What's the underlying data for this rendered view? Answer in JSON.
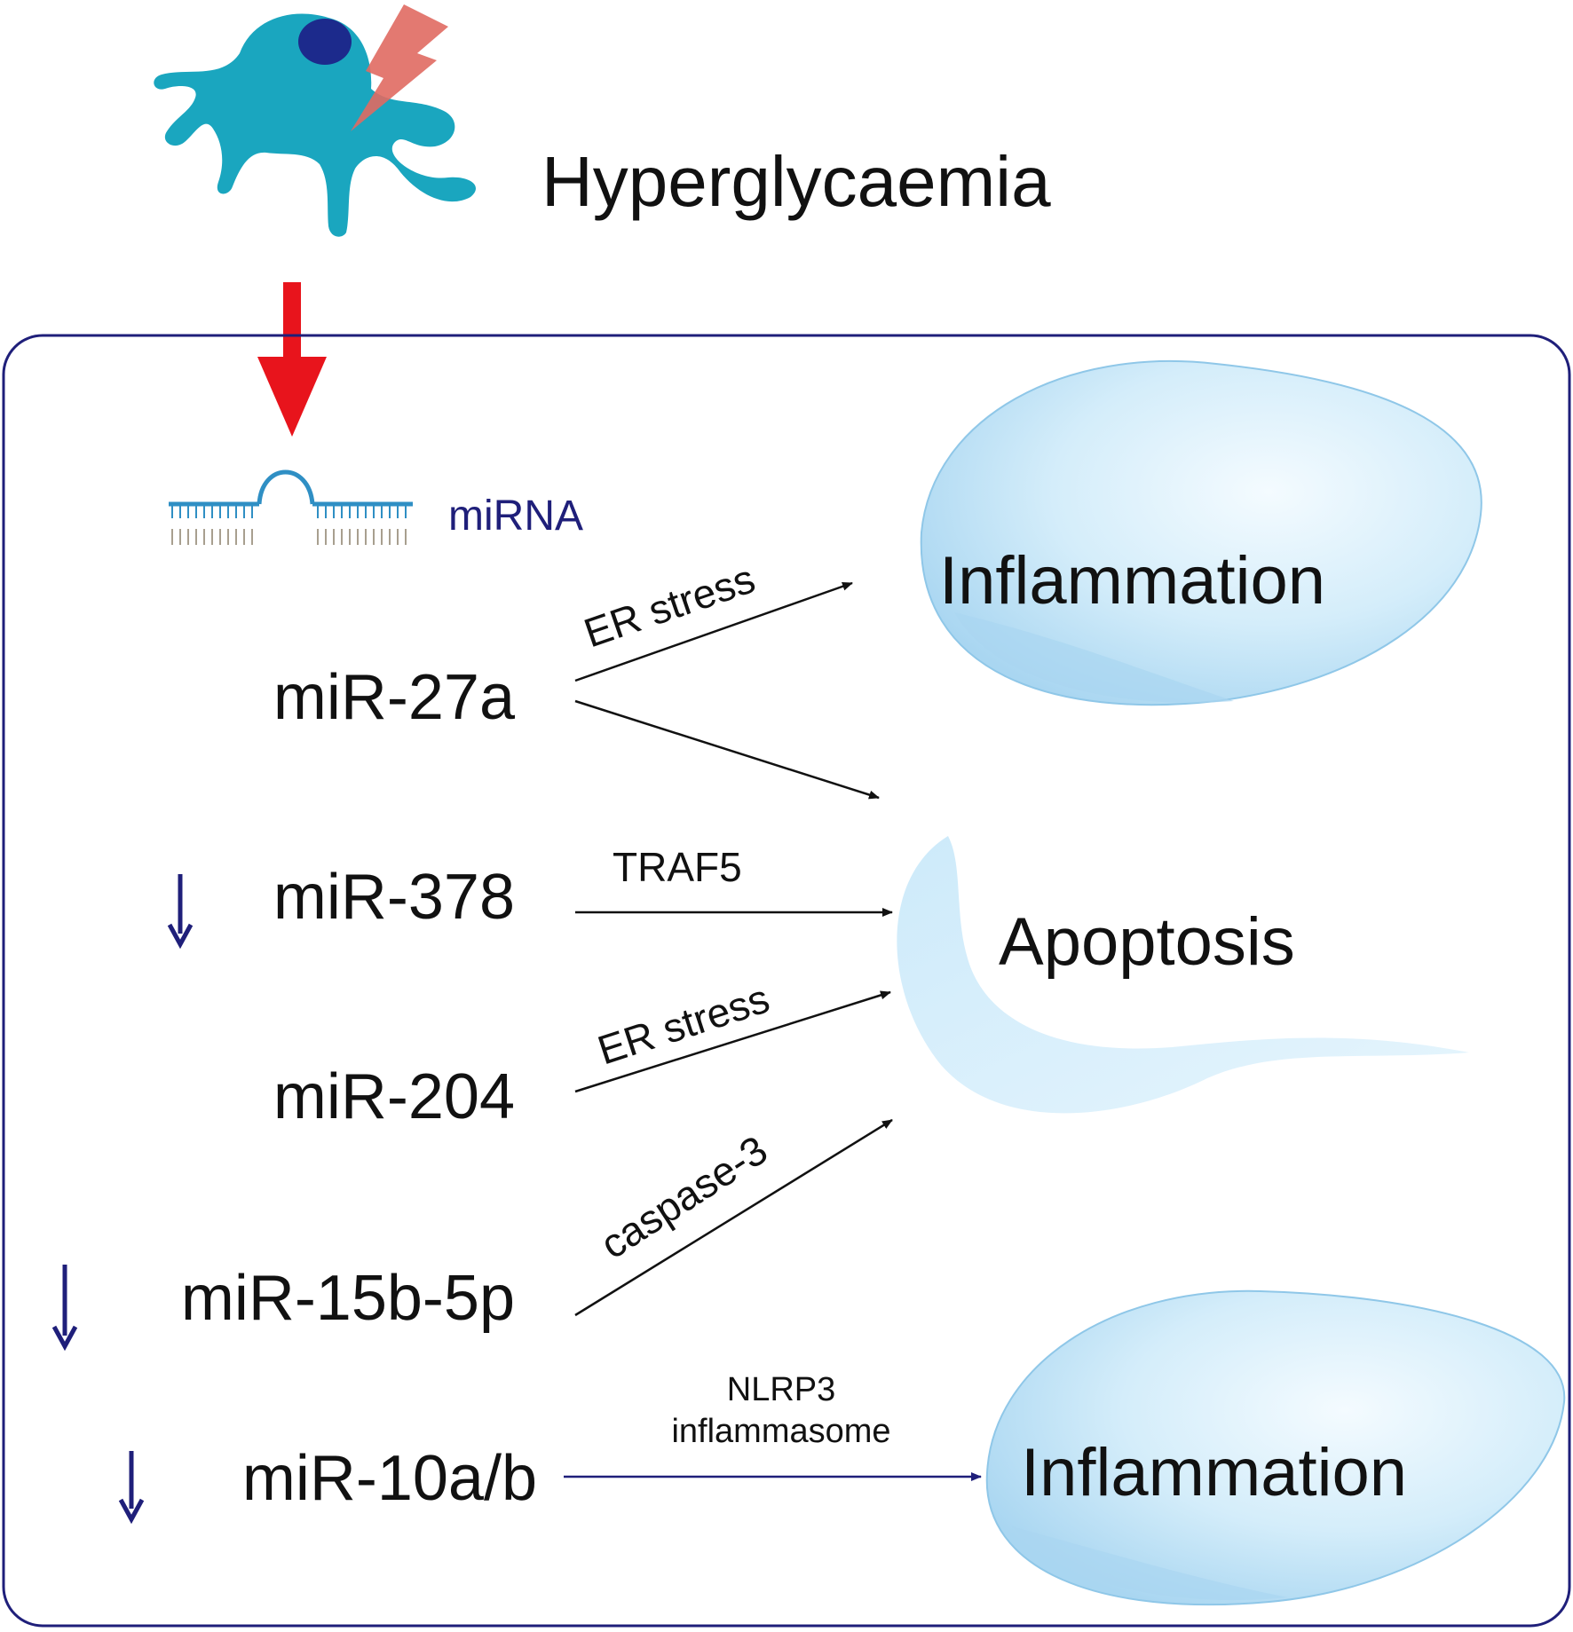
{
  "title": "Hyperglycaemia",
  "mirna_label": "miRNA",
  "outcomes": {
    "inflammation_top": "Inflammation",
    "apoptosis": "Apoptosis",
    "inflammation_bottom": "Inflammation"
  },
  "mirnas": [
    {
      "name": "miR-27a",
      "regulation": "none"
    },
    {
      "name": "miR-378",
      "regulation": "down"
    },
    {
      "name": "miR-204",
      "regulation": "none"
    },
    {
      "name": "miR-15b-5p",
      "regulation": "down"
    },
    {
      "name": "miR-10a/b",
      "regulation": "down"
    }
  ],
  "edges": [
    {
      "from": "miR-27a",
      "to": "Inflammation",
      "label": "ER stress"
    },
    {
      "from": "miR-27a",
      "to": "Apoptosis",
      "label": ""
    },
    {
      "from": "miR-378",
      "to": "Apoptosis",
      "label": "TRAF5"
    },
    {
      "from": "miR-204",
      "to": "Apoptosis",
      "label": "ER stress"
    },
    {
      "from": "miR-15b-5p",
      "to": "Apoptosis",
      "label": "caspase-3"
    },
    {
      "from": "miR-10a/b",
      "to": "Inflammation",
      "label_line1": "NLRP3",
      "label_line2": "inflammasome"
    }
  ],
  "colors": {
    "cell": "#1aa6bf",
    "nucleus": "#1c2a8c",
    "lightning": "#e06a62",
    "red_arrow": "#e8141c",
    "frame": "#1f1f7a",
    "down_arrow": "#1f1f7a",
    "blob": "#bfe3f6"
  }
}
